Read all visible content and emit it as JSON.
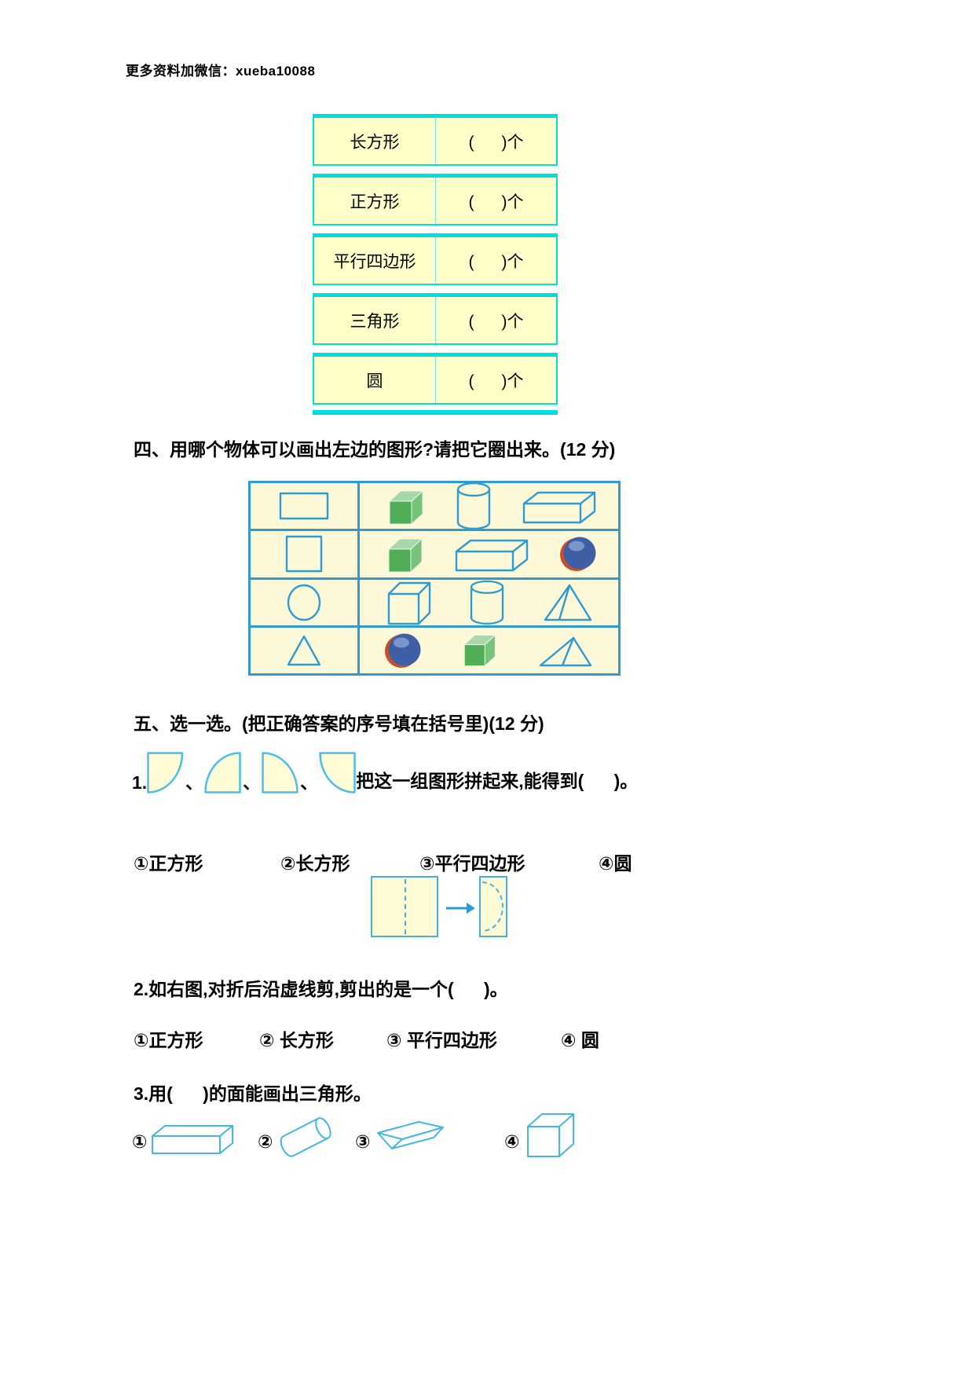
{
  "header": {
    "watermark": "更多资料加微信：xueba10088"
  },
  "colors": {
    "table_border": "#00dede",
    "table_cell_bg": "#ffffc9",
    "grid_border": "#2e9bd5",
    "grid_bg": "#fdf9d8",
    "shape_outline": "#2e9bd5",
    "quarter_stroke": "#49bfe8",
    "quarter_fill": "#fffcd6",
    "cube_green": "#4fae57",
    "ball_blue": "#3f5fa5",
    "ball_orange": "#c94f28"
  },
  "count_table": {
    "rows": [
      {
        "label": "长方形",
        "count": "(      )个"
      },
      {
        "label": "正方形",
        "count": "(      )个"
      },
      {
        "label": "平行四边形",
        "count": "(      )个"
      },
      {
        "label": "三角形",
        "count": "(      )个"
      },
      {
        "label": "圆",
        "count": "(      )个"
      }
    ]
  },
  "section4": {
    "title": "四、用哪个物体可以画出左边的图形?请把它圈出来。(12 分)",
    "grid_rows": [
      {
        "target_shape": "rectangle",
        "objects": [
          "green-cube",
          "cylinder",
          "cuboid"
        ]
      },
      {
        "target_shape": "square",
        "objects": [
          "green-cube",
          "cuboid",
          "ball"
        ]
      },
      {
        "target_shape": "circle",
        "objects": [
          "cube",
          "cylinder",
          "pyramid"
        ]
      },
      {
        "target_shape": "triangle",
        "objects": [
          "ball",
          "green-cube",
          "prism"
        ]
      }
    ]
  },
  "section5": {
    "title": "五、选一选。(把正确答案的序号填在括号里)(12 分)",
    "q1": {
      "number": "1.",
      "separator": "、",
      "text": "把这一组图形拼起来,能得到(      )。",
      "pieces": [
        "quarter-circle-tl",
        "quarter-circle-br",
        "quarter-circle-bl",
        "quarter-circle-tr"
      ],
      "options": [
        "①正方形",
        "②长方形",
        "③平行四边形",
        "④圆"
      ]
    },
    "q2": {
      "text": "2.如右图,对折后沿虚线剪,剪出的是一个(      )。",
      "options": [
        "①正方形",
        "② 长方形",
        "③ 平行四边形",
        "④ 圆"
      ]
    },
    "q3": {
      "text": "3.用(      )的面能画出三角形。",
      "choices": [
        {
          "num": "①",
          "object": "cuboid"
        },
        {
          "num": "②",
          "object": "cylinder-lying"
        },
        {
          "num": "③",
          "object": "wedge-prism"
        },
        {
          "num": "④",
          "object": "cube"
        }
      ]
    }
  }
}
